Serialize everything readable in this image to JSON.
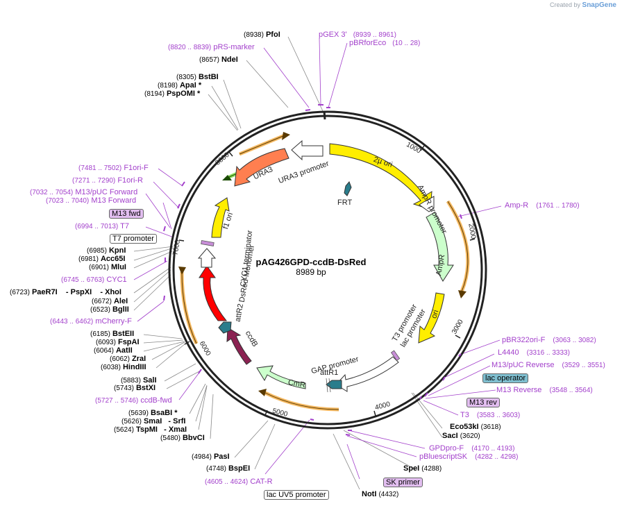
{
  "credit": {
    "prefix": "Created by",
    "brand": "SnapGene"
  },
  "plasmid": {
    "name": "pAG426GPD-ccdB-DsRed",
    "length_label": "8989 bp"
  },
  "ticks": [
    "1000",
    "2000",
    "3000",
    "4000",
    "5000",
    "6000",
    "7000",
    "8000"
  ],
  "features": [
    {
      "name": "2µ ori",
      "color": "#ffee00"
    },
    {
      "name": "AmpR promoter",
      "color": "#ffffff"
    },
    {
      "name": "AmpR",
      "color": "#ccffcc"
    },
    {
      "name": "ori",
      "color": "#ffee00"
    },
    {
      "name": "lac promoter",
      "color": "#ffffff"
    },
    {
      "name": "T3 promoter",
      "color": "#ffffff"
    },
    {
      "name": "GAP promoter",
      "color": "#ffffff"
    },
    {
      "name": "attR1",
      "color": "#2a7d8c"
    },
    {
      "name": "CmR",
      "color": "#ccffcc"
    },
    {
      "name": "ccdB",
      "color": "#8b2252"
    },
    {
      "name": "attR2",
      "color": "#2a7d8c"
    },
    {
      "name": "DsRed-Monomer",
      "color": "#ff0000"
    },
    {
      "name": "CYC1 terminator",
      "color": "#ffffff"
    },
    {
      "name": "f1 ori",
      "color": "#ffee00"
    },
    {
      "name": "URA3",
      "color": "#ff7f50"
    },
    {
      "name": "URA3 promoter",
      "color": "#ffffff"
    },
    {
      "name": "FRT",
      "color": "#2a7d8c"
    }
  ],
  "sites": [
    {
      "pos": "(8938)",
      "name": "PfoI"
    },
    {
      "pos": "(8657)",
      "name": "NdeI"
    },
    {
      "pos": "(8305)",
      "name": "BstBI"
    },
    {
      "pos": "(8198)",
      "name": "ApaI *"
    },
    {
      "pos": "(8194)",
      "name": "PspOMI *"
    },
    {
      "pos": "(6985)",
      "name": "KpnI"
    },
    {
      "pos": "(6981)",
      "name": "Acc65I"
    },
    {
      "pos": "(6901)",
      "name": "MluI"
    },
    {
      "pos": "(6723)",
      "name": "PaeR7I    - PspXI    - XhoI"
    },
    {
      "pos": "(6672)",
      "name": "AleI"
    },
    {
      "pos": "(6523)",
      "name": "BglII"
    },
    {
      "pos": "(6185)",
      "name": "BstEII"
    },
    {
      "pos": "(6093)",
      "name": "FspAI"
    },
    {
      "pos": "(6064)",
      "name": "AatII"
    },
    {
      "pos": "(6062)",
      "name": "ZraI"
    },
    {
      "pos": "(6038)",
      "name": "HindIII"
    },
    {
      "pos": "(5883)",
      "name": "SalI"
    },
    {
      "pos": "(5743)",
      "name": "BstXI"
    },
    {
      "pos": "(5639)",
      "name": "BsaBI *"
    },
    {
      "pos": "(5626)",
      "name": "SmaI   - SrfI"
    },
    {
      "pos": "(5624)",
      "name": "TspMI   - XmaI"
    },
    {
      "pos": "(5480)",
      "name": "BbvCI"
    },
    {
      "pos": "(4984)",
      "name": "PasI"
    },
    {
      "pos": "(4748)",
      "name": "BspEI"
    },
    {
      "pos": "(4432)",
      "name": "NotI"
    },
    {
      "pos": "(4288)",
      "name": "SpeI"
    },
    {
      "pos": "(3620)",
      "name": "SacI"
    },
    {
      "pos": "(3618)",
      "name": "Eco53kI"
    }
  ],
  "primers": [
    {
      "name": "pGEX 3'",
      "pos": "(8939 .. 8961)"
    },
    {
      "name": "pBRforEco",
      "pos": "(10 .. 28)"
    },
    {
      "name": "pRS-marker",
      "pos": "(8820 .. 8839)"
    },
    {
      "name": "F1ori-F",
      "pos": "(7481 .. 7502)"
    },
    {
      "name": "F1ori-R",
      "pos": "(7271 .. 7290)"
    },
    {
      "name": "M13/pUC Forward",
      "pos": "(7032 .. 7054)"
    },
    {
      "name": "M13 Forward",
      "pos": "(7023 .. 7040)"
    },
    {
      "name": "T7",
      "pos": "(6994 .. 7013)"
    },
    {
      "name": "CYC1",
      "pos": "(6745 .. 6763)"
    },
    {
      "name": "mCherry-F",
      "pos": "(6443 .. 6462)"
    },
    {
      "name": "ccdB-fwd",
      "pos": "(5727 .. 5746)"
    },
    {
      "name": "CAT-R",
      "pos": "(4605 .. 4624)"
    },
    {
      "name": "Amp-R",
      "pos": "(1761 .. 1780)"
    },
    {
      "name": "pBR322ori-F",
      "pos": "(3063 .. 3082)"
    },
    {
      "name": "L4440",
      "pos": "(3316 .. 3333)"
    },
    {
      "name": "M13/pUC Reverse",
      "pos": "(3529 .. 3551)"
    },
    {
      "name": "M13 Reverse",
      "pos": "(3548 .. 3564)"
    },
    {
      "name": "T3",
      "pos": "(3583 .. 3603)"
    },
    {
      "name": "GPDpro-F",
      "pos": "(4170 .. 4193)"
    },
    {
      "name": "pBluescriptSK",
      "pos": "(4282 .. 4298)"
    }
  ],
  "boxes": {
    "m13fwd": "M13 fwd",
    "t7prom": "T7 promoter",
    "lacop": "lac operator",
    "m13rev": "M13 rev",
    "skprimer": "SK primer",
    "lacuv5": "lac UV5 promoter"
  }
}
